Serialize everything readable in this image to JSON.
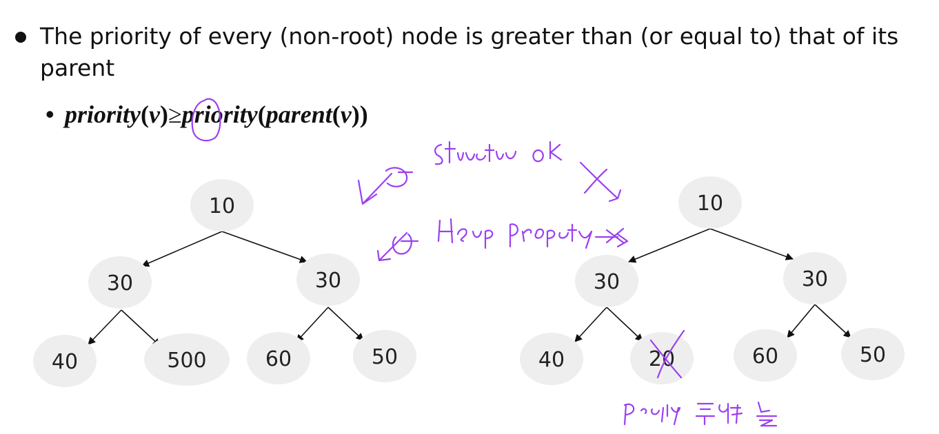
{
  "bullet": {
    "text": "The priority of every (non-root) node is greater than (or equal to) that of its parent"
  },
  "sub_bullet": {
    "dot": "•",
    "f_priority1": "priority",
    "f_paren1": "(",
    "f_v1": "v",
    "f_paren2": ")",
    "f_geq": "≥",
    "f_priority2": "priority",
    "f_paren3": "(",
    "f_parent": "parent",
    "f_paren4": "(",
    "f_v2": "v",
    "f_paren5": "))"
  },
  "tree_left": {
    "nodes": [
      "10",
      "30",
      "30",
      "40",
      "500",
      "60",
      "50"
    ]
  },
  "tree_right": {
    "nodes": [
      "10",
      "30",
      "30",
      "40",
      "20",
      "60",
      "50"
    ]
  },
  "colors": {
    "node_fill": "#eeeeee",
    "edge": "#111111",
    "annotation": "#9b3ff0"
  }
}
